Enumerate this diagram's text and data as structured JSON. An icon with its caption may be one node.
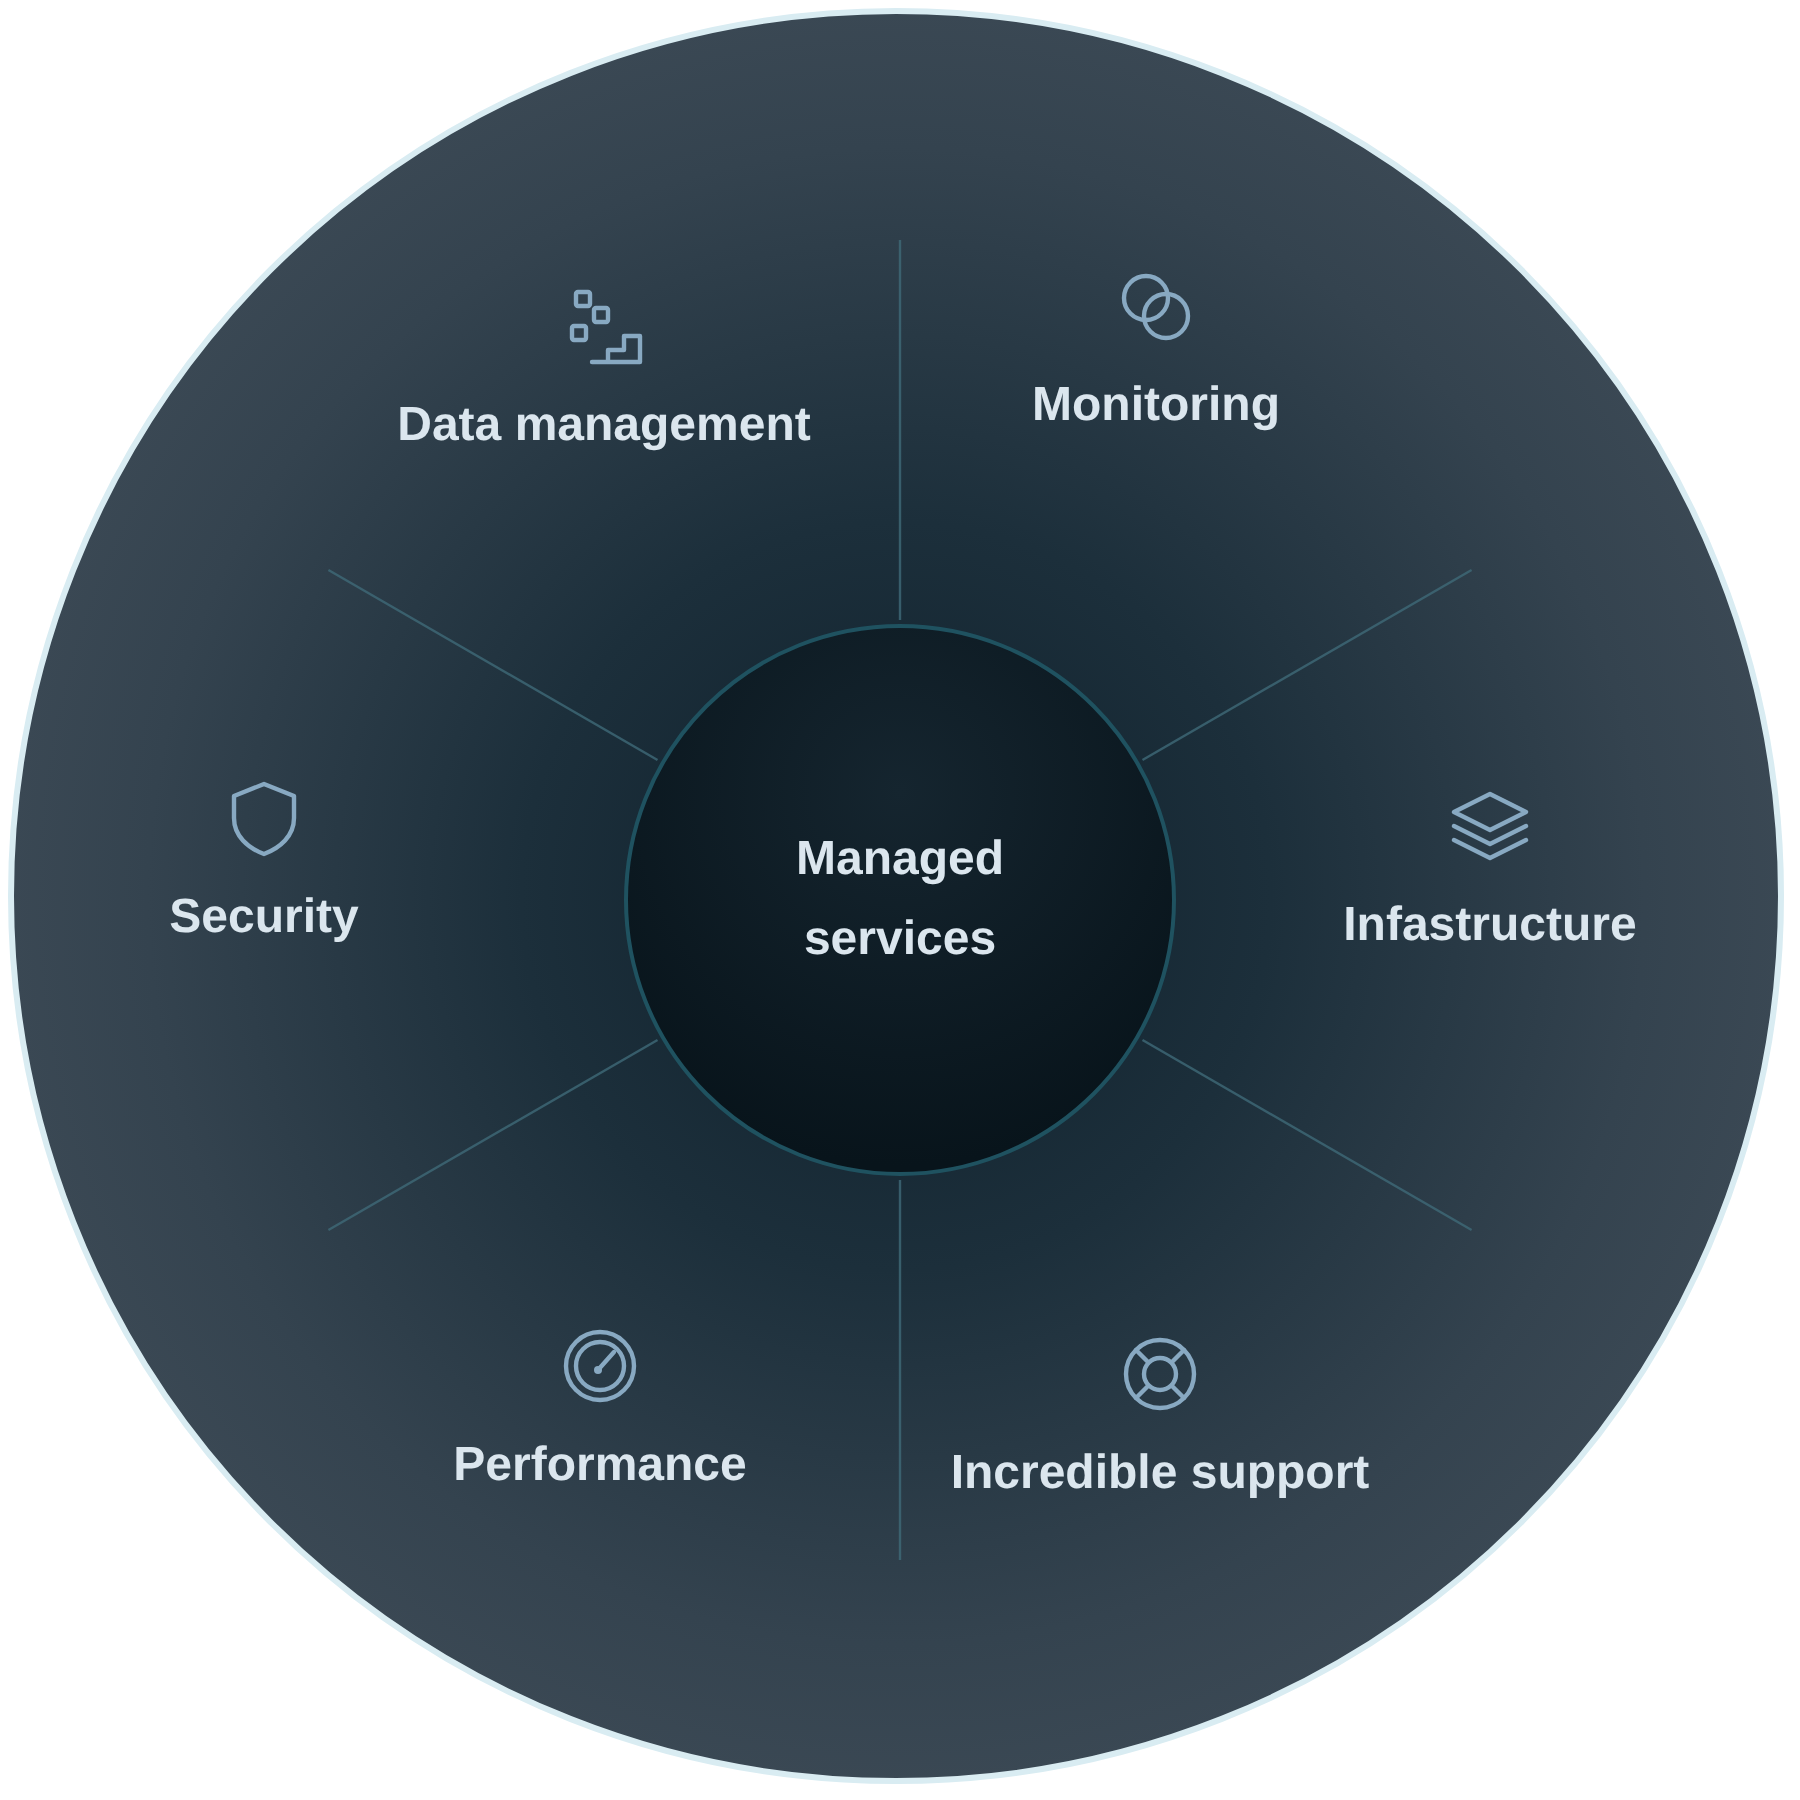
{
  "diagram": {
    "nodes": [
      {
        "text": [
          "Managed services"
        ]
      },
      {
        "text": [
          "Data management"
        ]
      },
      {
        "text": [
          "Monitoring"
        ]
      },
      {
        "text": [
          "Infastructure"
        ]
      },
      {
        "text": [
          "Incredible support"
        ]
      },
      {
        "text": [
          "Performance"
        ]
      },
      {
        "text": [
          "Security"
        ]
      }
    ]
  }
}
